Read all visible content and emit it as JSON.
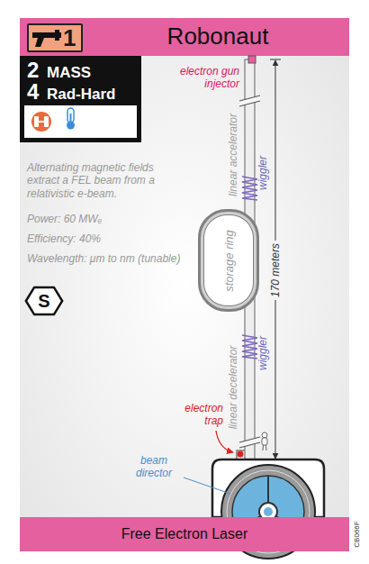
{
  "diagram": {
    "title": "Robonaut",
    "caption": "Free Electron Laser",
    "nodes": [
      {
        "text": [
          "1"
        ]
      },
      {
        "text": [
          "2",
          "MASS",
          "4",
          "Rad-Hard"
        ]
      },
      {
        "text": [
          "S"
        ]
      },
      {
        "text": [
          "storage ring"
        ]
      }
    ],
    "labels": [
      "Alternating magnetic fields extract a FEL beam from a relativistic e-beam.",
      "Power: 60 MWₑ",
      "Efficiency: 40%",
      "Wavelength: μm to nm (tunable)",
      "electron gun injector",
      "linear accelerator",
      "wiggler",
      "170 meters",
      "wiggler",
      "linear decelerator",
      "electron trap",
      "beam director",
      "CB066F"
    ]
  }
}
